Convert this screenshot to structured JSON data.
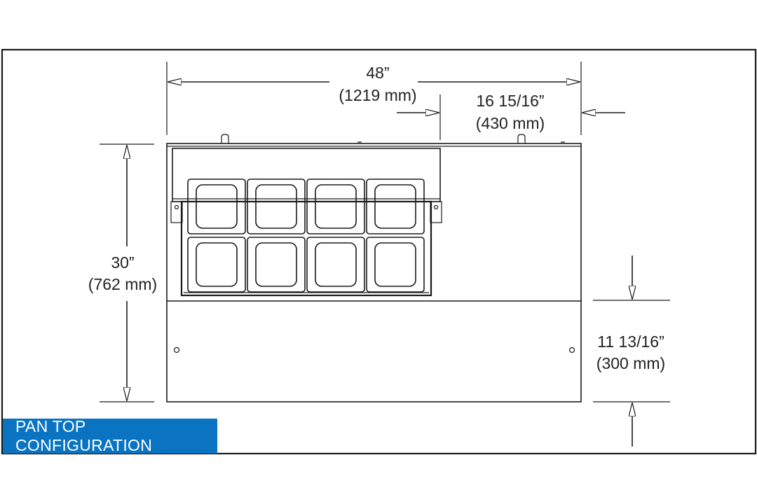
{
  "colors": {
    "line": "#1a1a1a",
    "label_bg": "#0a74c2",
    "label_text": "#ffffff"
  },
  "dimensions": {
    "overall_width": {
      "imperial": "48”",
      "metric": "(1219 mm)"
    },
    "side_width": {
      "imperial": "16 15/16”",
      "metric": "(430 mm)"
    },
    "overall_height": {
      "imperial": "30”",
      "metric": "(762 mm)"
    },
    "lower_height": {
      "imperial": "11 13/16”",
      "metric": "(300 mm)"
    }
  },
  "label": {
    "text": "PAN TOP CONFIGURATION"
  },
  "pans": {
    "rows": 2,
    "columns": 4
  }
}
